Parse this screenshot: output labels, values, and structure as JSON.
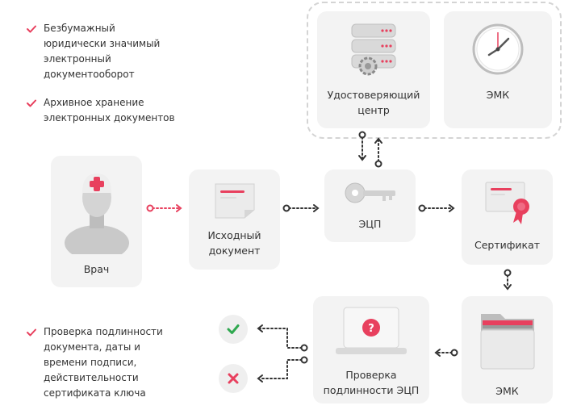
{
  "bullets_top": [
    "Безбумажный юридически значимый электронный документооборот",
    "Архивное хранение электронных документов"
  ],
  "bullet_bottom": "Проверка подлинности документа, даты и времени подписи, действительности сертификата ключа",
  "cards": {
    "ca": "Удостоверяющий центр",
    "emk_top": "ЭМК",
    "doctor": "Врач",
    "source_doc": "Исходный документ",
    "signature": "ЭЦП",
    "certificate": "Сертификат",
    "verify": "Проверка подлинности ЭЦП",
    "emk_bottom": "ЭМК"
  },
  "colors": {
    "accent": "#e8405e",
    "success": "#2fa84f",
    "card": "#f3f3f3"
  },
  "icons": {
    "check": "check-icon",
    "cross": "cross-icon"
  }
}
